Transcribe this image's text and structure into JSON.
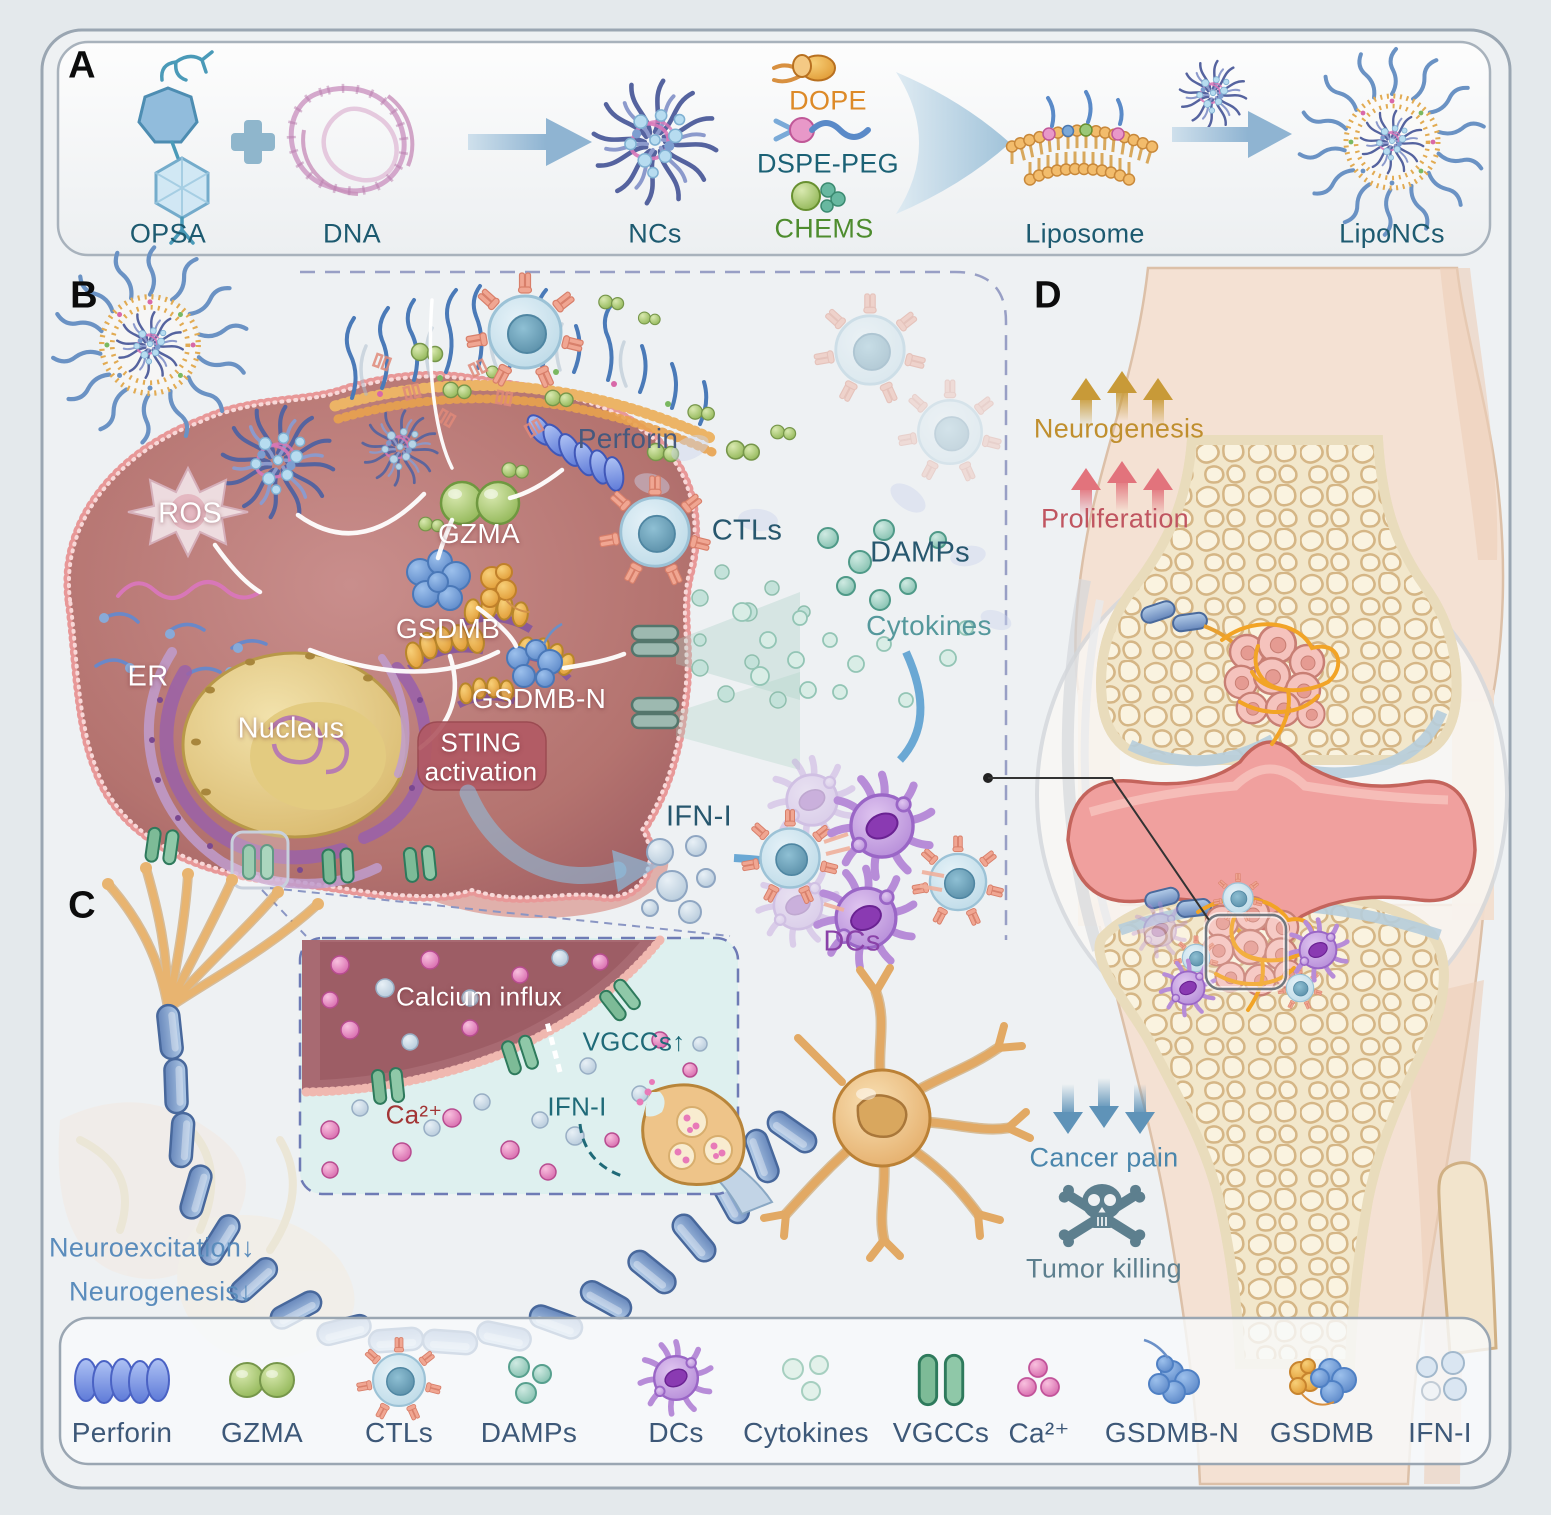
{
  "panel_a": {
    "label": "A",
    "opsa": "OPSA",
    "plus": "+",
    "dna": "DNA",
    "ncs": "NCs",
    "dope": "DOPE",
    "dspe_peg": "DSPE-PEG",
    "chems": "CHEMS",
    "liposome": "Liposome",
    "liponcs": "LipoNCs"
  },
  "panel_b": {
    "label": "B",
    "ros": "ROS",
    "er": "ER",
    "nucleus": "Nucleus",
    "gzma": "GZMA",
    "gsdmb": "GSDMB",
    "gsdmb_n": "GSDMB-N",
    "sting_line1": "STING",
    "sting_line2": "activation",
    "perforin": "Perforin",
    "ctls": "CTLs",
    "damps": "DAMPs",
    "cytokines": "Cytokines",
    "ifn": "IFN-I",
    "dcs": "DCs"
  },
  "panel_c": {
    "label": "C",
    "calcium_influx": "Calcium influx",
    "vgccs": "VGCCs↑",
    "ifn": "IFN-I",
    "ca": "Ca²⁺",
    "neuroexcitation": "Neuroexcitation↓",
    "neurogenesis": "Neurogenesis↓"
  },
  "panel_d": {
    "label": "D",
    "neurogenesis": "Neurogenesis",
    "proliferation": "Proliferation",
    "cancer_pain": "Cancer pain",
    "tumor_killing": "Tumor killing"
  },
  "legend": {
    "items": [
      {
        "label": "Perforin",
        "icon": "perforin-ovals"
      },
      {
        "label": "GZMA",
        "icon": "green-dimer"
      },
      {
        "label": "CTLs",
        "icon": "t-cell"
      },
      {
        "label": "DAMPs",
        "icon": "teal-dots"
      },
      {
        "label": "DCs",
        "icon": "dendritic-cell"
      },
      {
        "label": "Cytokines",
        "icon": "pale-teal-dots"
      },
      {
        "label": "VGCCs",
        "icon": "green-channel"
      },
      {
        "label": "Ca²⁺",
        "icon": "pink-dots"
      },
      {
        "label": "GSDMB-N",
        "icon": "blue-blob-tail"
      },
      {
        "label": "GSDMB",
        "icon": "orange-blue-blob"
      },
      {
        "label": "IFN-I",
        "icon": "pale-blue-dots"
      }
    ]
  },
  "colors": {
    "dope": "#dd8a28",
    "dspe_peg": "#1b6175",
    "chems": "#4e8c2e",
    "dcs": "#8a42a8",
    "ca": "#a23535",
    "cytokines": "#55989c",
    "neurogenesis_up": "#c08f2e",
    "proliferation_up": "#c05560",
    "cancer_pain_down": "#4a86ac",
    "tumor_killing": "#5d7f8e",
    "neuro_down_labels": "#5a8cbc",
    "teal_label": "#1f6a78",
    "dark_label": "#27576e",
    "perforin_label": "#46597e",
    "legend_label": "#3d5878"
  }
}
